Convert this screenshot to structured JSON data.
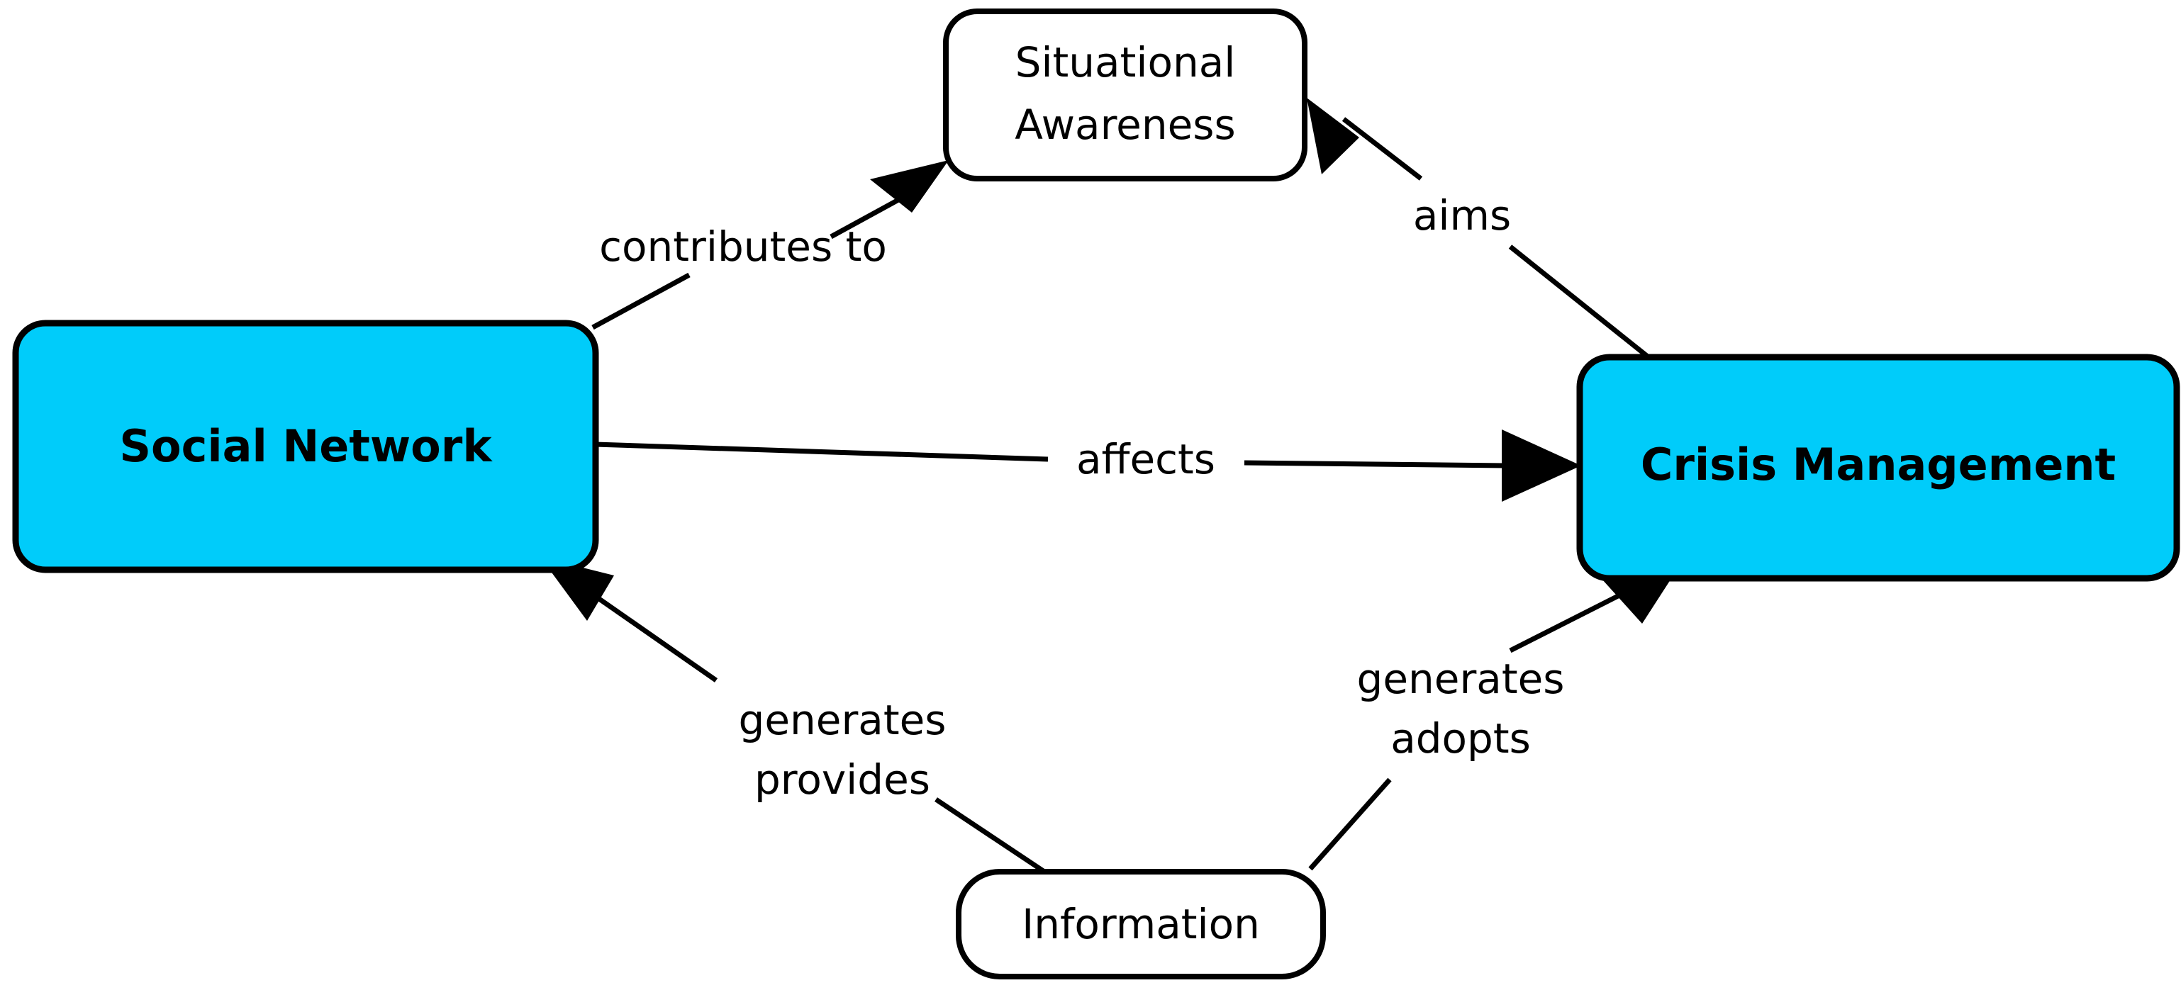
{
  "diagram": {
    "title": "Social Network and Crisis Management concept map",
    "background_color": "#ffffff",
    "accent_color": "#00CCFA",
    "line_color": "#000000",
    "nodes": [
      {
        "id": "social-network",
        "label": "Social Network",
        "style": "filled",
        "fill": "#00CCFA",
        "bold": true
      },
      {
        "id": "situational-awareness",
        "label_line1": "Situational",
        "label_line2": "Awareness",
        "style": "open",
        "fill": "#ffffff",
        "bold": false
      },
      {
        "id": "crisis-management",
        "label": "Crisis Management",
        "style": "filled",
        "fill": "#00CCFA",
        "bold": true
      },
      {
        "id": "information",
        "label": "Information",
        "style": "open",
        "fill": "#ffffff",
        "bold": false
      }
    ],
    "edges": [
      {
        "id": "edge-contributes-to",
        "from": "social-network",
        "to": "situational-awareness",
        "label": "contributes to",
        "arrow": "to"
      },
      {
        "id": "edge-aims",
        "from": "crisis-management",
        "to": "situational-awareness",
        "label": "aims",
        "arrow": "to"
      },
      {
        "id": "edge-affects",
        "from": "social-network",
        "to": "crisis-management",
        "label": "affects",
        "arrow": "to"
      },
      {
        "id": "edge-generates-provides",
        "from": "information",
        "to": "social-network",
        "label_line1": "generates",
        "label_line2": "provides",
        "arrow": "to"
      },
      {
        "id": "edge-generates-adopts",
        "from": "information",
        "to": "crisis-management",
        "label_line1": "generates",
        "label_line2": "adopts",
        "arrow": "to"
      }
    ]
  }
}
